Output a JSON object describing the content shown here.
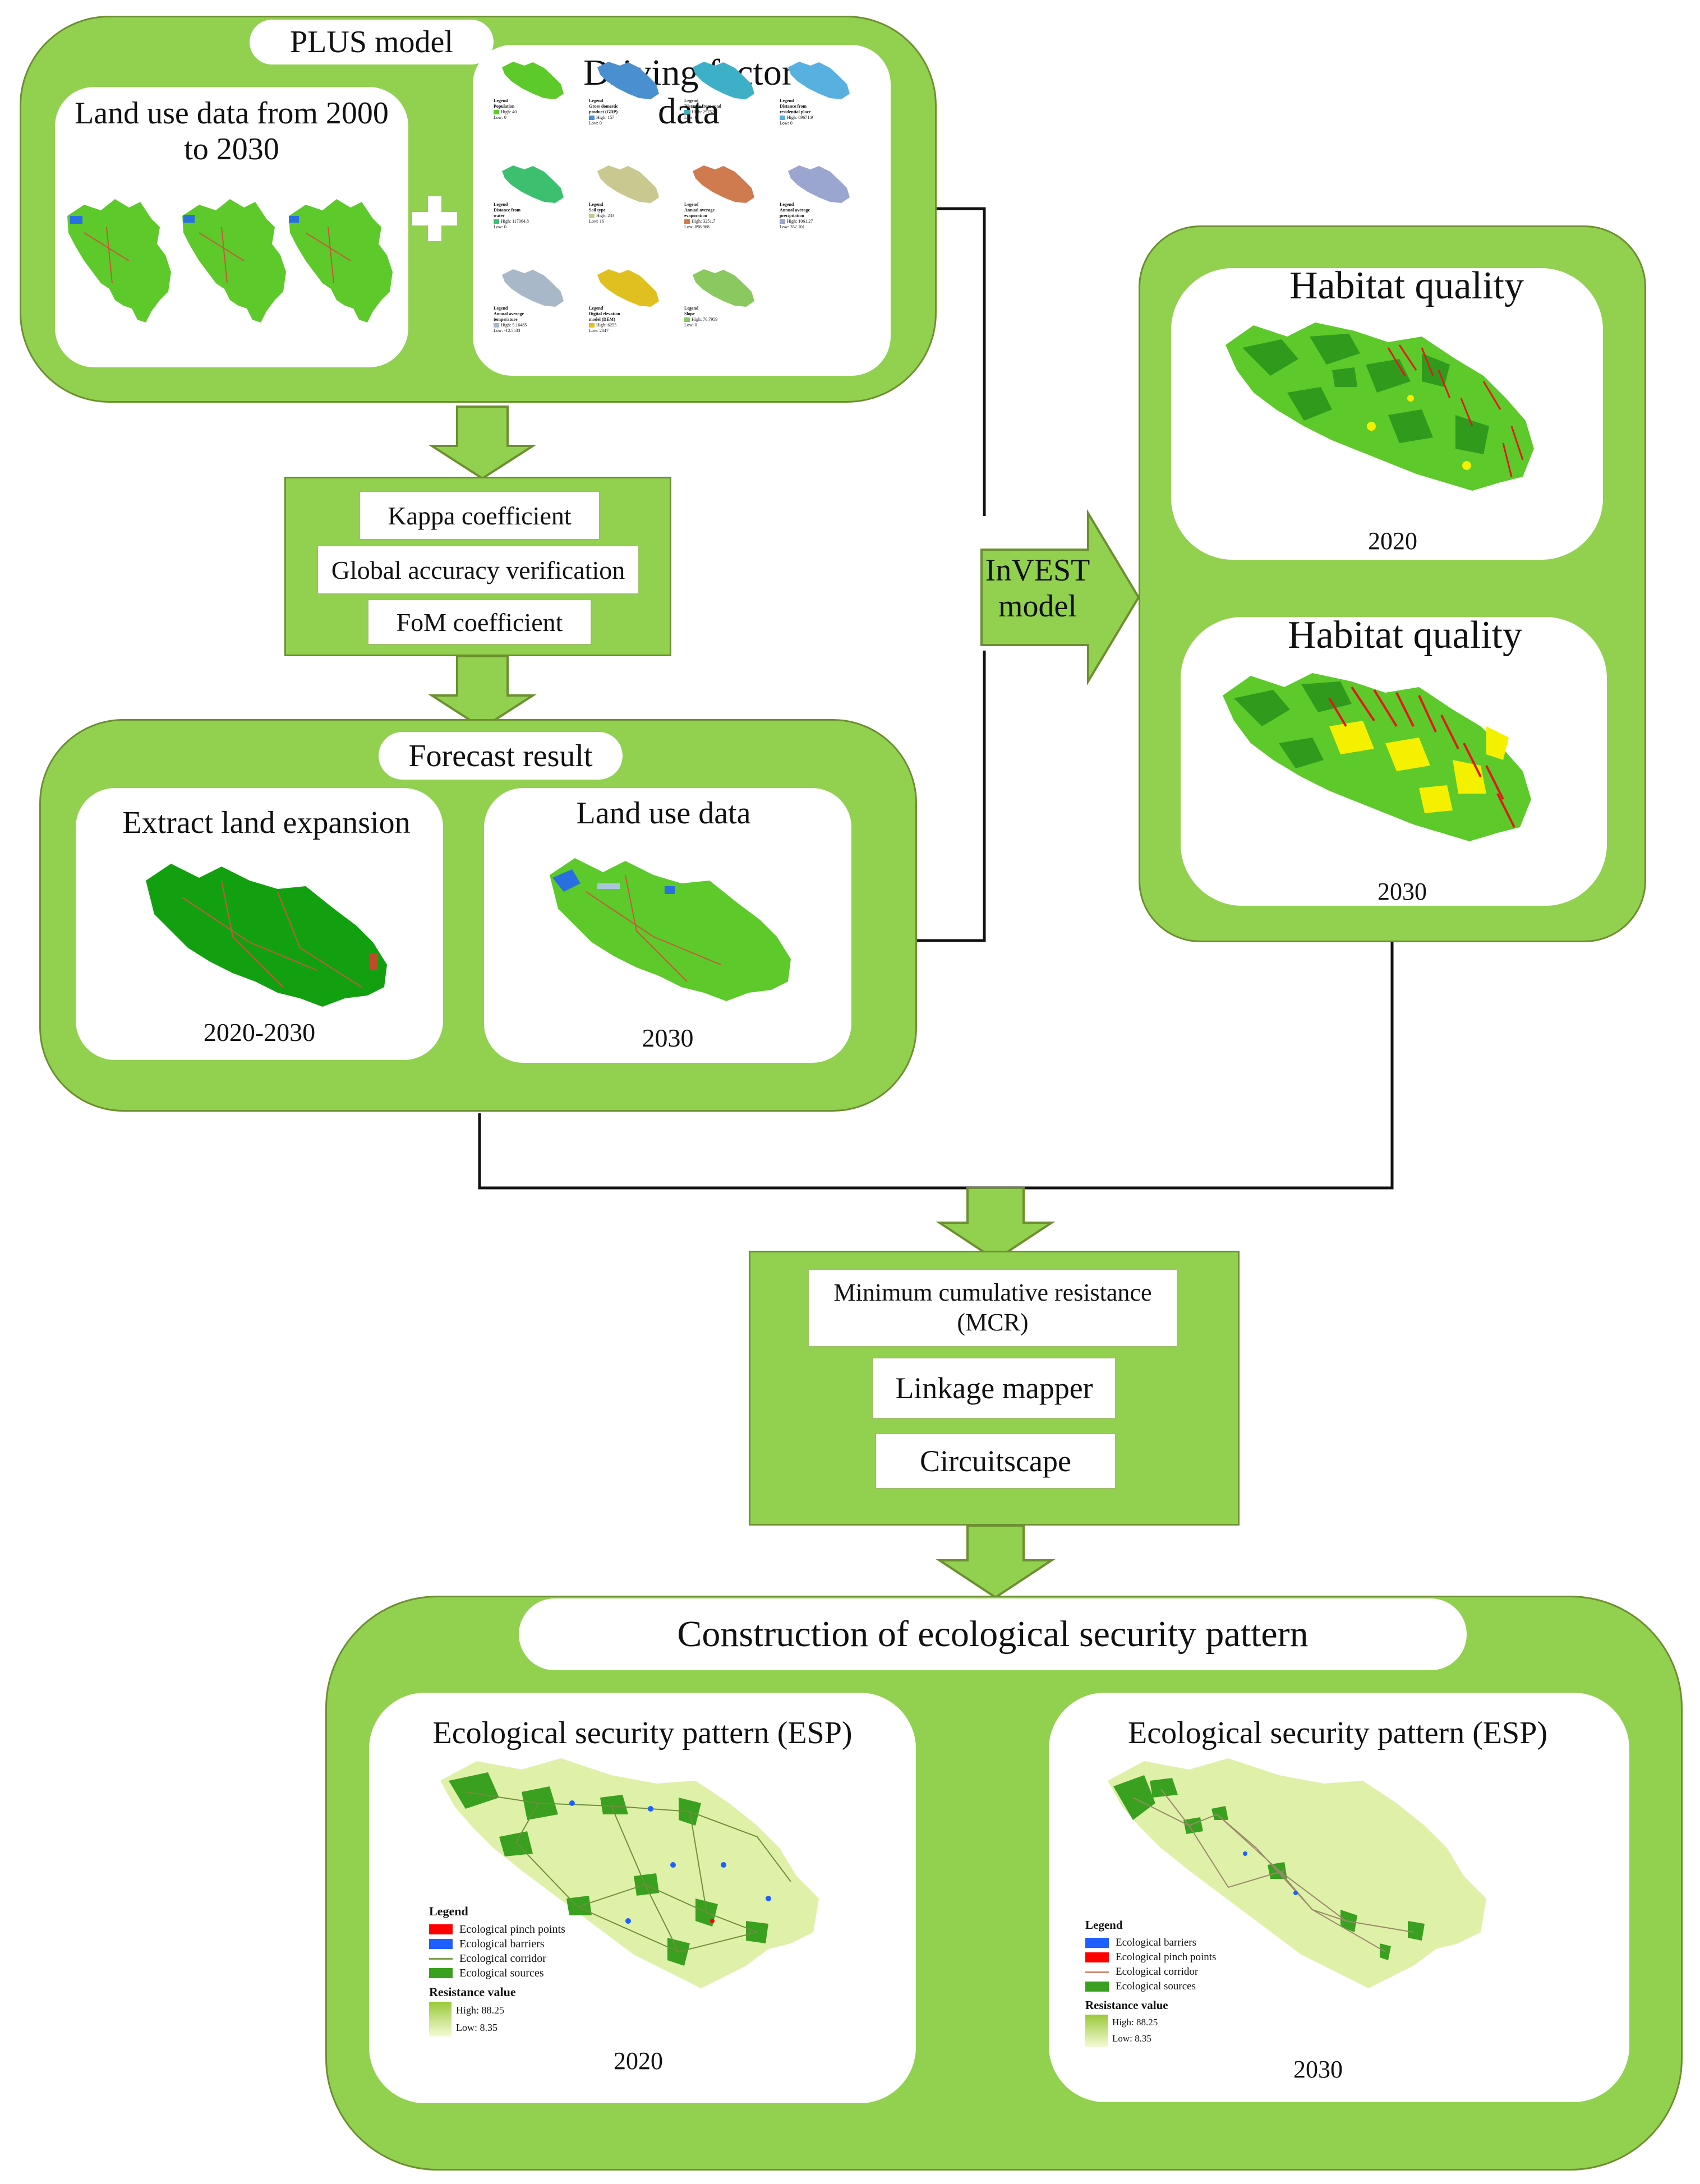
{
  "plus": {
    "title": "PLUS model",
    "land_use_title": "Land use data from 2000\nto 2030",
    "driving_title": "Driving factor\ndata",
    "plus_sign": "+",
    "factors": [
      {
        "legend": "Legend",
        "name": "Population",
        "high": "High: 40",
        "low": "Low: 0"
      },
      {
        "legend": "Legend",
        "name": "Gross domestic\nproduct (GDP)",
        "high": "High: 157",
        "low": "Low: 0"
      },
      {
        "legend": "Legend",
        "name": "Distance from road",
        "high": "High: 29752.6",
        "low": "Low: 0"
      },
      {
        "legend": "Legend",
        "name": "Distance from\nresidential place",
        "high": "High: 69671.9",
        "low": "Low: 0"
      },
      {
        "legend": "Legend",
        "name": "Distance from\nwater",
        "high": "High: 117064.8",
        "low": "Low: 0"
      },
      {
        "legend": "Legend",
        "name": "Soil type",
        "high": "High: 233",
        "low": "Low: 16"
      },
      {
        "legend": "Legend",
        "name": "Annual average\nevaporation",
        "high": "High: 3251.7",
        "low": "Low: 898.968"
      },
      {
        "legend": "Legend",
        "name": "Annual average\nprecipitation",
        "high": "High: 1061.27",
        "low": "Low: 352.101"
      },
      {
        "legend": "Legend",
        "name": "Annual average\ntemperature",
        "high": "High: 5.16485",
        "low": "Low: -12.5533"
      },
      {
        "legend": "Legend",
        "name": "Digital elevation\nmodel (DEM)",
        "high": "High: 6255",
        "low": "Low: 2847"
      },
      {
        "legend": "Legend",
        "name": "Slope",
        "high": "High: 76.7959",
        "low": "Low: 0"
      }
    ]
  },
  "validation": {
    "items": [
      "Kappa coefficient",
      "Global accuracy verification",
      "FoM coefficient"
    ]
  },
  "invest": {
    "label": "InVEST\nmodel"
  },
  "habitat": {
    "cards": [
      {
        "title": "Habitat quality",
        "year": "2020"
      },
      {
        "title": "Habitat quality",
        "year": "2030"
      }
    ]
  },
  "forecast": {
    "title": "Forecast result",
    "left_title": "Extract land expansion",
    "left_year": "2020-2030",
    "right_title": "Land use data",
    "right_year": "2030"
  },
  "mcr": {
    "items": [
      "Minimum cumulative resistance\n(MCR)",
      "Linkage mapper",
      "Circuitscape"
    ]
  },
  "esp": {
    "title": "Construction of ecological security pattern",
    "cards": [
      {
        "title": "Ecological security pattern (ESP)",
        "year": "2020",
        "legend_title": "Legend",
        "legend_items": [
          {
            "label": "Ecological pinch points",
            "color": "#ff0000"
          },
          {
            "label": "Ecological barriers",
            "color": "#1f5fff"
          },
          {
            "label": "Ecological corridor",
            "color": "#7d9f4a"
          },
          {
            "label": "Ecological sources",
            "color": "#3aa020"
          }
        ],
        "resistance_title": "Resistance value",
        "high": "High: 88.25",
        "low": "Low: 8.35"
      },
      {
        "title": "Ecological security pattern (ESP)",
        "year": "2030",
        "legend_title": "Legend",
        "legend_items": [
          {
            "label": "Ecological barriers",
            "color": "#1f5fff"
          },
          {
            "label": "Ecological pinch points",
            "color": "#ff0000"
          },
          {
            "label": "Ecological corridor",
            "color": "#c98a6a"
          },
          {
            "label": "Ecological sources",
            "color": "#3aa020"
          }
        ],
        "resistance_title": "Resistance value",
        "high": "High: 88.25",
        "low": "Low: 8.35"
      }
    ]
  },
  "colors": {
    "panel_green": "#92d050",
    "border_green": "#6c8f2f",
    "map_green": "#5dc92a",
    "map_dark_green": "#2f9a1c",
    "water_blue": "#2a6fe0",
    "built_red": "#e01a1a",
    "yellow": "#f4f000",
    "esp_base": "#dff0a8"
  }
}
